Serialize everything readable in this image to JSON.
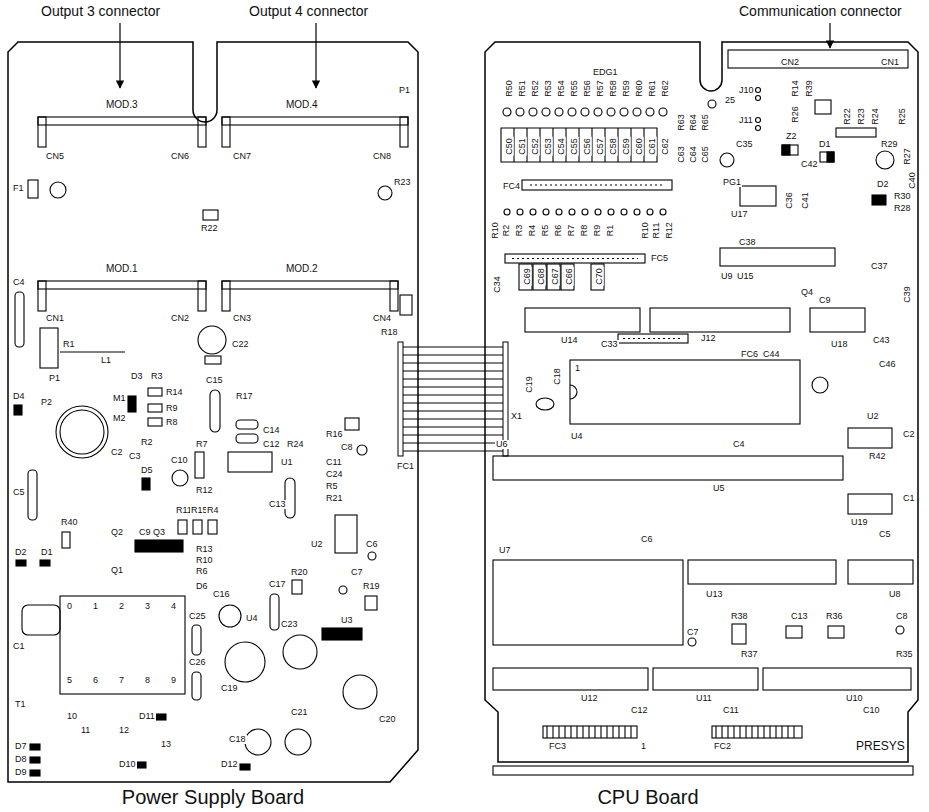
{
  "diagram": {
    "nodes": [
      {
        "text": [
          "Power Supply Board"
        ]
      },
      {
        "text": [
          "CPU Board"
        ]
      }
    ],
    "labels": [
      "Output 3 connector",
      "Output 4 connector",
      "Communication connector",
      "MOD.3",
      "MOD.4",
      "P1",
      "CN5",
      "CN6",
      "CN7",
      "CN8",
      "F1",
      "R23",
      "R22",
      "MOD.1",
      "MOD.2",
      "CN1",
      "CN2",
      "CN3",
      "CN4",
      "C4",
      "R18",
      "C22",
      "R1",
      "L1",
      "P1",
      "D3",
      "R3",
      "M1",
      "M2",
      "P2",
      "D4",
      "R14",
      "R9",
      "R8",
      "R17",
      "C15",
      "C14",
      "C12",
      "R24",
      "R16",
      "C8",
      "C11",
      "C24",
      "R5",
      "R21",
      "C2",
      "R2",
      "C3",
      "D5",
      "C10",
      "R7",
      "U1",
      "C13",
      "R12",
      "R11",
      "R15",
      "R4",
      "C5",
      "U2",
      "C6",
      "R40",
      "Q2",
      "C9",
      "Q3",
      "D2",
      "D1",
      "Q1",
      "R13",
      "R10",
      "R6",
      "D6",
      "C7",
      "R20",
      "R19",
      "C17",
      "C16",
      "U4",
      "C25",
      "C23",
      "U3",
      "C1",
      "T1",
      "0",
      "1",
      "2",
      "3",
      "4",
      "5",
      "6",
      "7",
      "8",
      "9",
      "10",
      "11",
      "12",
      "13",
      "D11",
      "D7",
      "D8",
      "D9",
      "D10",
      "D12",
      "C26",
      "C19",
      "C18",
      "C21",
      "C20",
      "FC1",
      "CN2",
      "CN1",
      "J10",
      "J11",
      "R14",
      "R39",
      "R26",
      "R22",
      "R23",
      "R24",
      "R25",
      "R29",
      "R27",
      "C40",
      "D2",
      "R30",
      "R28",
      "EDG1",
      "R50",
      "R51",
      "R52",
      "R53",
      "R54",
      "R55",
      "R56",
      "R57",
      "R58",
      "R59",
      "R60",
      "R61",
      "R62",
      "R63",
      "R64",
      "R65",
      "25",
      "C50",
      "C51",
      "C52",
      "C53",
      "C54",
      "C55",
      "C56",
      "C57",
      "C58",
      "C59",
      "C60",
      "C61",
      "C62",
      "C63",
      "C64",
      "C65",
      "C35",
      "Z2",
      "D1",
      "C42",
      "FC4",
      "PG1",
      "U17",
      "C36",
      "C41",
      "R10",
      "R2",
      "R3",
      "R4",
      "R5",
      "R6",
      "R7",
      "R8",
      "R9",
      "R1",
      "R10",
      "R11",
      "R12",
      "FC5",
      "C34",
      "C69",
      "C68",
      "C67",
      "C66",
      "C70",
      "C38",
      "U9",
      "U15",
      "C37",
      "C39",
      "Q4",
      "C9",
      "U14",
      "C33",
      "J12",
      "FC6",
      "C44",
      "U18",
      "C43",
      "C46",
      "C18",
      "C19",
      "1",
      "X1",
      "U4",
      "U2",
      "C2",
      "R42",
      "C4",
      "U5",
      "U6",
      "C1",
      "U19",
      "C5",
      "C6",
      "U7",
      "U13",
      "U8",
      "C7",
      "R38",
      "R37",
      "C13",
      "R36",
      "C8",
      "R35",
      "U12",
      "C12",
      "U11",
      "C11",
      "U10",
      "C10",
      "FC3",
      "1",
      "FC2",
      "PRESYS"
    ]
  }
}
